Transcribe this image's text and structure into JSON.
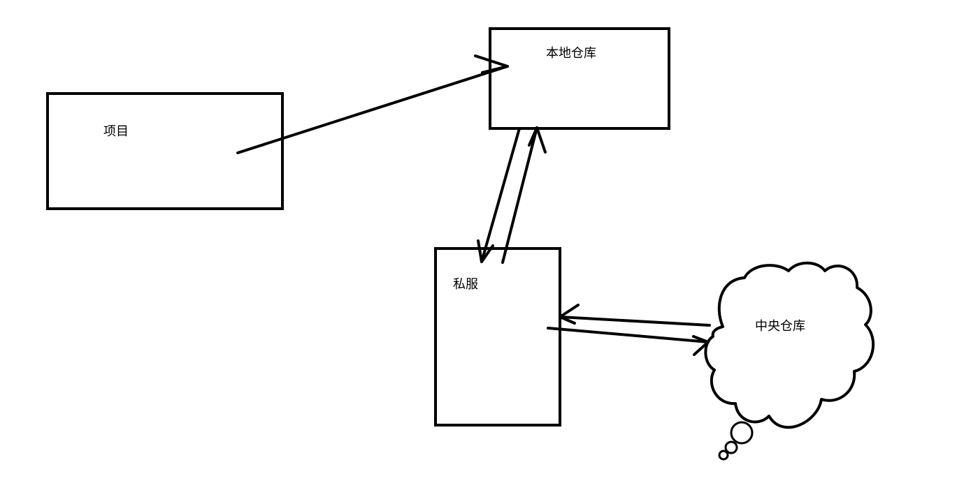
{
  "diagram": {
    "nodes": {
      "project": {
        "label": "项目"
      },
      "local_repo": {
        "label": "本地仓库"
      },
      "private_server": {
        "label": "私服"
      },
      "central_repo": {
        "label": "中央仓库"
      }
    },
    "edges": [
      {
        "from": "project",
        "to": "local_repo"
      },
      {
        "from": "local_repo",
        "to": "private_server"
      },
      {
        "from": "private_server",
        "to": "local_repo"
      },
      {
        "from": "central_repo",
        "to": "private_server"
      },
      {
        "from": "private_server",
        "to": "central_repo"
      }
    ],
    "colors": {
      "stroke": "#000000",
      "background": "#ffffff"
    }
  }
}
